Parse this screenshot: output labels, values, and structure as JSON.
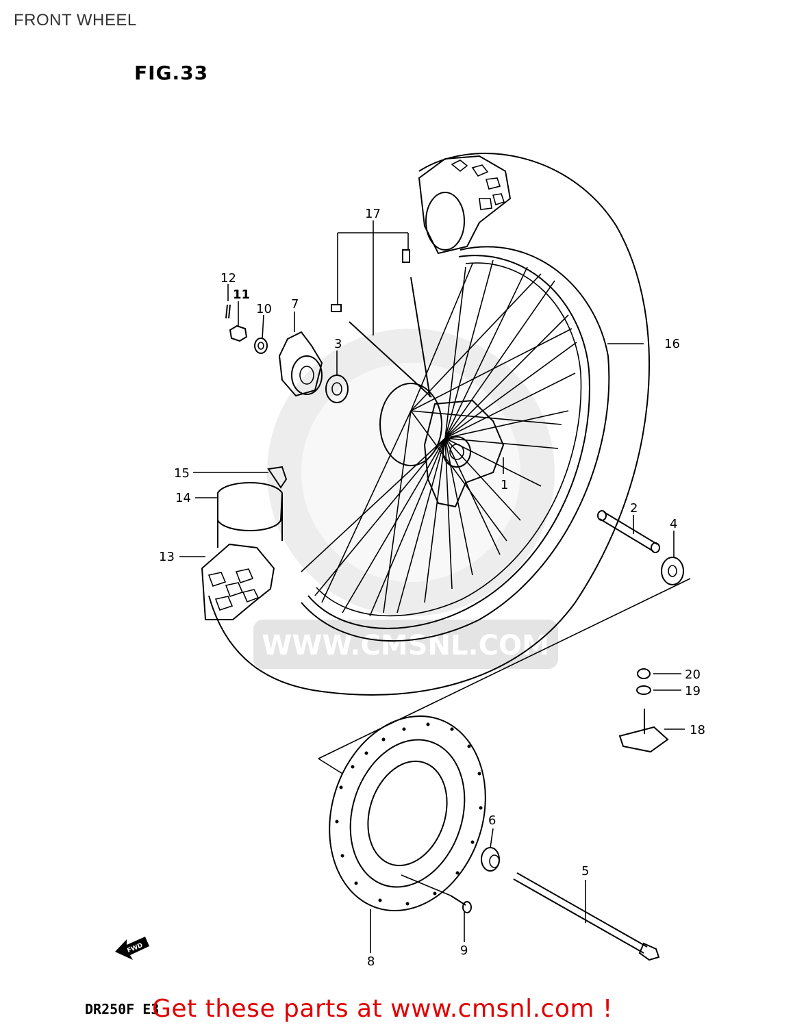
{
  "page": {
    "title": "FRONT WHEEL"
  },
  "figure": {
    "label": "FIG.33",
    "model_code": "DR250F E3"
  },
  "fwd_icon": "FWD",
  "watermark": "WWW.CMSNL.COM",
  "callouts": {
    "c1": "1",
    "c2": "2",
    "c3": "3",
    "c4": "4",
    "c5": "5",
    "c6": "6",
    "c7": "7",
    "c8": "8",
    "c9": "9",
    "c10": "10",
    "c11": "11",
    "c12": "12",
    "c13": "13",
    "c14": "14",
    "c15": "15",
    "c16": "16",
    "c17": "17",
    "c18": "18",
    "c19": "19",
    "c20": "20"
  },
  "promo": {
    "text": "Get these parts at www.cmsnl.com !"
  },
  "colors": {
    "promo": "#e00000",
    "watermark": "#d8d8d8",
    "line": "#000000"
  }
}
